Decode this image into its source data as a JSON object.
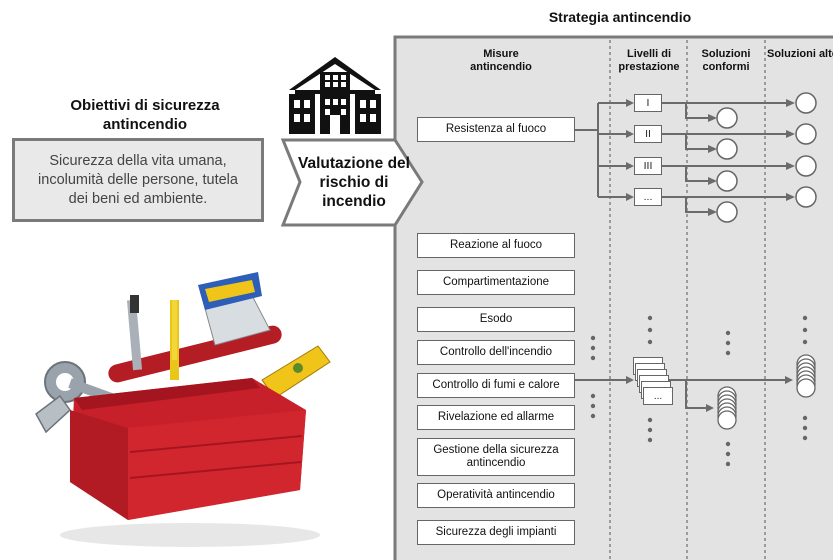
{
  "objectives": {
    "title": "Obiettivi di sicurezza antincendio",
    "text": "Sicurezza della vita umana, incolumità delle persone, tutela dei beni ed ambiente."
  },
  "risk_assessment": {
    "label": "Valutazione del rischio di incendio"
  },
  "strategy": {
    "title": "Strategia antincendio",
    "columns": [
      "Misure antincendio",
      "Livelli di prestazione",
      "Soluzioni conformi",
      "Soluzioni alternative"
    ],
    "measures": [
      "Resistenza al fuoco",
      "Reazione al fuoco",
      "Compartimentazione",
      "Esodo",
      "Controllo dell'incendio",
      "Controllo di fumi e calore",
      "Rivelazione ed allarme",
      "Gestione della sicurezza antincendio",
      "Operatività antincendio",
      "Sicurezza degli impianti"
    ],
    "levels": [
      "I",
      "II",
      "III",
      "..."
    ],
    "stack_level_label": "..."
  },
  "colors": {
    "panel": "#e3e3e3",
    "panel_border": "#7a7a7a",
    "arrow": "#6b6b6b",
    "toolbox": "#c8202a"
  },
  "icons": [
    "building-icon",
    "toolbox-illustration"
  ]
}
